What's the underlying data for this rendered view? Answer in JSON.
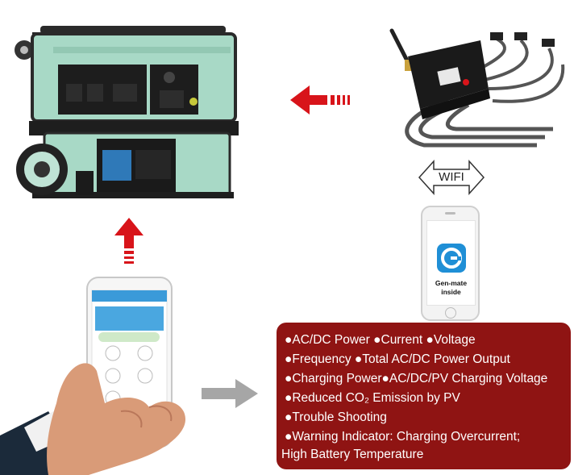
{
  "wifi": {
    "label": "WIFI"
  },
  "app": {
    "line1": "Gen-mate",
    "line2": "inside"
  },
  "features": [
    "●AC/DC Power   ●Current    ●Voltage",
    "●Frequency        ●Total AC/DC Power Output",
    "●Charging Power●AC/DC/PV Charging Voltage",
    "●Reduced CO₂ Emission by PV",
    "●Trouble Shooting",
    "●Warning Indicator: Charging Overcurrent;",
    "High Battery Temperature"
  ],
  "colors": {
    "panel": "#8f1413",
    "arrow_red": "#d8141a",
    "generator_body": "#a8d9c6",
    "arrow_gray": "#a6a6a6",
    "app_icon": "#1f8fd6"
  },
  "icons": [
    "generator-image",
    "controller-module-image",
    "red-arrow-left",
    "red-arrow-up",
    "gray-arrow-right",
    "wifi-double-arrow",
    "app-icon",
    "hand-phone-image"
  ]
}
